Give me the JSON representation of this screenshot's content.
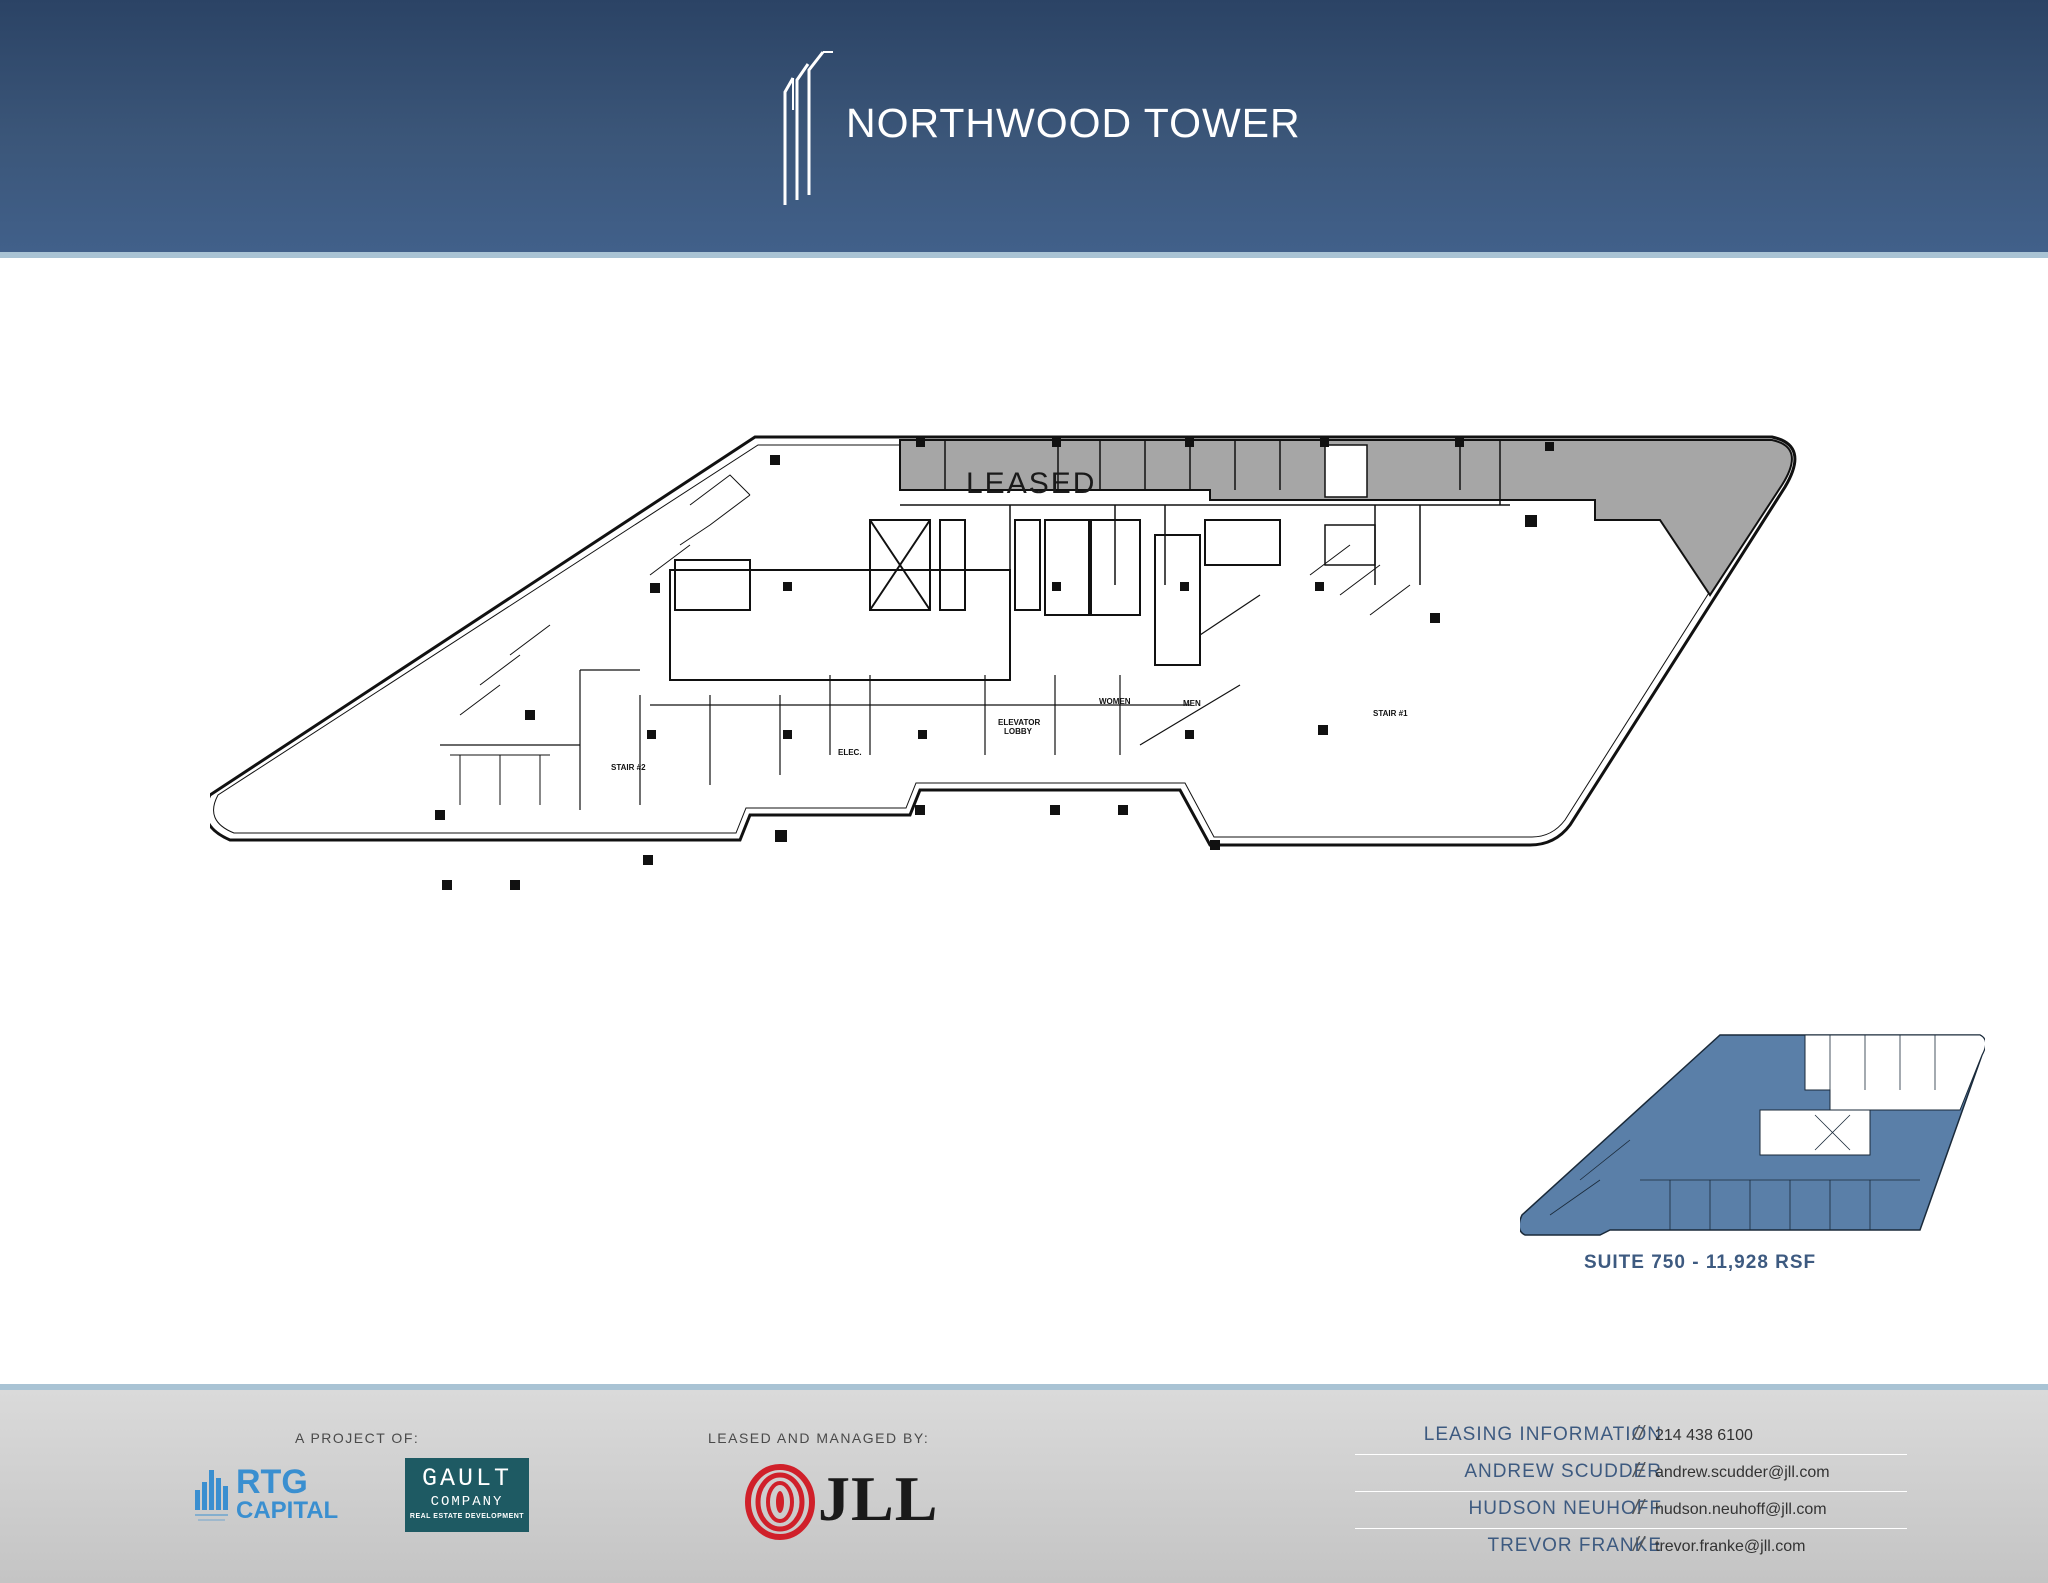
{
  "header": {
    "title": "NORTHWOOD TOWER",
    "bg_color": "#3b5679",
    "accent_rule_color": "#a9c3d4"
  },
  "floor_plan": {
    "leased_label": "LEASED",
    "room_labels": {
      "elevator_lobby": "ELEVATOR LOBBY",
      "elec": "ELEC.",
      "women": "WOMEN",
      "men": "MEN",
      "stair_1": "STAIR #1",
      "stair_2": "STAIR #2"
    },
    "leased_fill_color": "#a6a6a6"
  },
  "key_plan": {
    "caption": "SUITE 750 - 11,928 RSF",
    "highlight_color": "#5a7fa8"
  },
  "footer": {
    "project_of_label": "A PROJECT OF:",
    "leased_by_label": "LEASED AND MANAGED BY:",
    "rtg_logo": {
      "line1": "RTG",
      "line2": "CAPITAL"
    },
    "gault_logo": {
      "line1": "GAULT",
      "line2": "COMPANY",
      "line3": "REAL ESTATE DEVELOPMENT"
    },
    "jll_logo": "JLL",
    "contacts": [
      {
        "name": "LEASING INFORMATION",
        "value": "214 438 6100"
      },
      {
        "name": "ANDREW SCUDDER",
        "value": "andrew.scudder@jll.com"
      },
      {
        "name": "HUDSON NEUHOFF",
        "value": "hudson.neuhoff@jll.com"
      },
      {
        "name": "TREVOR FRANKE",
        "value": "trevor.franke@jll.com"
      }
    ],
    "separator": "//"
  }
}
